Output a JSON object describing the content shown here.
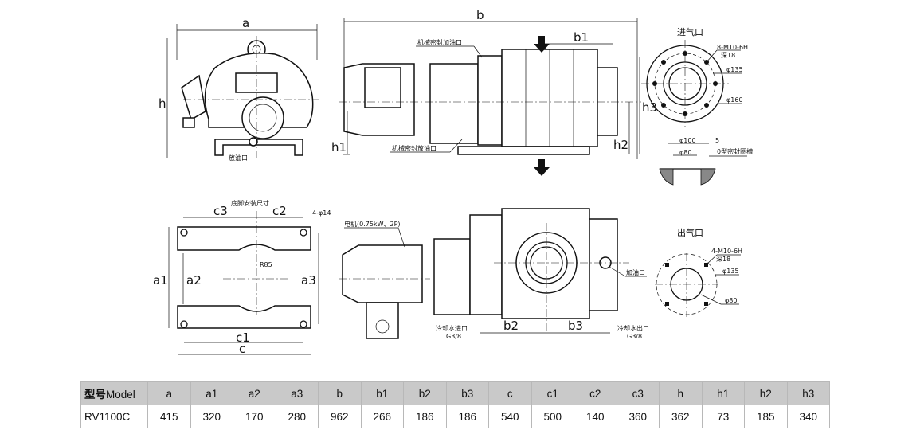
{
  "front_view": {
    "dim_a": "a",
    "dim_h": "h",
    "drain_label": "放油口"
  },
  "side_view": {
    "dim_b": "b",
    "dim_b1": "b1",
    "dim_h1": "h1",
    "dim_h2": "h2",
    "dim_h3": "h3",
    "seal_fill_label": "机械密封加油口",
    "seal_drain_label": "机械密封放油口"
  },
  "inlet": {
    "title": "进气口",
    "bolts": "8-M10-6H",
    "depth": "深18",
    "pcd": "φ135",
    "od": "φ160",
    "section": {
      "d100": "φ100",
      "d5": "5",
      "d80": "φ80",
      "groove": "0型密封圈槽"
    }
  },
  "foot_plan": {
    "title": "底脚安装尺寸",
    "holes": "4-φ14",
    "radius": "R85",
    "dim_c3": "c3",
    "dim_c2": "c2",
    "dim_a1": "a1",
    "dim_a2": "a2",
    "dim_a3": "a3",
    "dim_c1": "c1",
    "dim_c": "c"
  },
  "top_view": {
    "motor_label": "电机(0.75kW、2P)",
    "oil_fill_label": "加油口",
    "cool_in_label": "冷却水进口",
    "cool_in_thread": "G3/8",
    "cool_out_label": "冷却水出口",
    "cool_out_thread": "G3/8",
    "dim_b2": "b2",
    "dim_b3": "b3"
  },
  "outlet": {
    "title": "出气口",
    "bolts": "4-M10-6H",
    "depth": "深18",
    "pcd": "φ135",
    "id": "φ80"
  },
  "spec_table": {
    "model_header_cn": "型号",
    "model_header_en": "Model",
    "columns": [
      "a",
      "a1",
      "a2",
      "a3",
      "b",
      "b1",
      "b2",
      "b3",
      "c",
      "c1",
      "c2",
      "c3",
      "h",
      "h1",
      "h2",
      "h3"
    ],
    "rows": [
      {
        "model": "RV1100C",
        "values": [
          "415",
          "320",
          "170",
          "280",
          "962",
          "266",
          "186",
          "186",
          "540",
          "500",
          "140",
          "360",
          "362",
          "73",
          "185",
          "340"
        ]
      }
    ]
  }
}
